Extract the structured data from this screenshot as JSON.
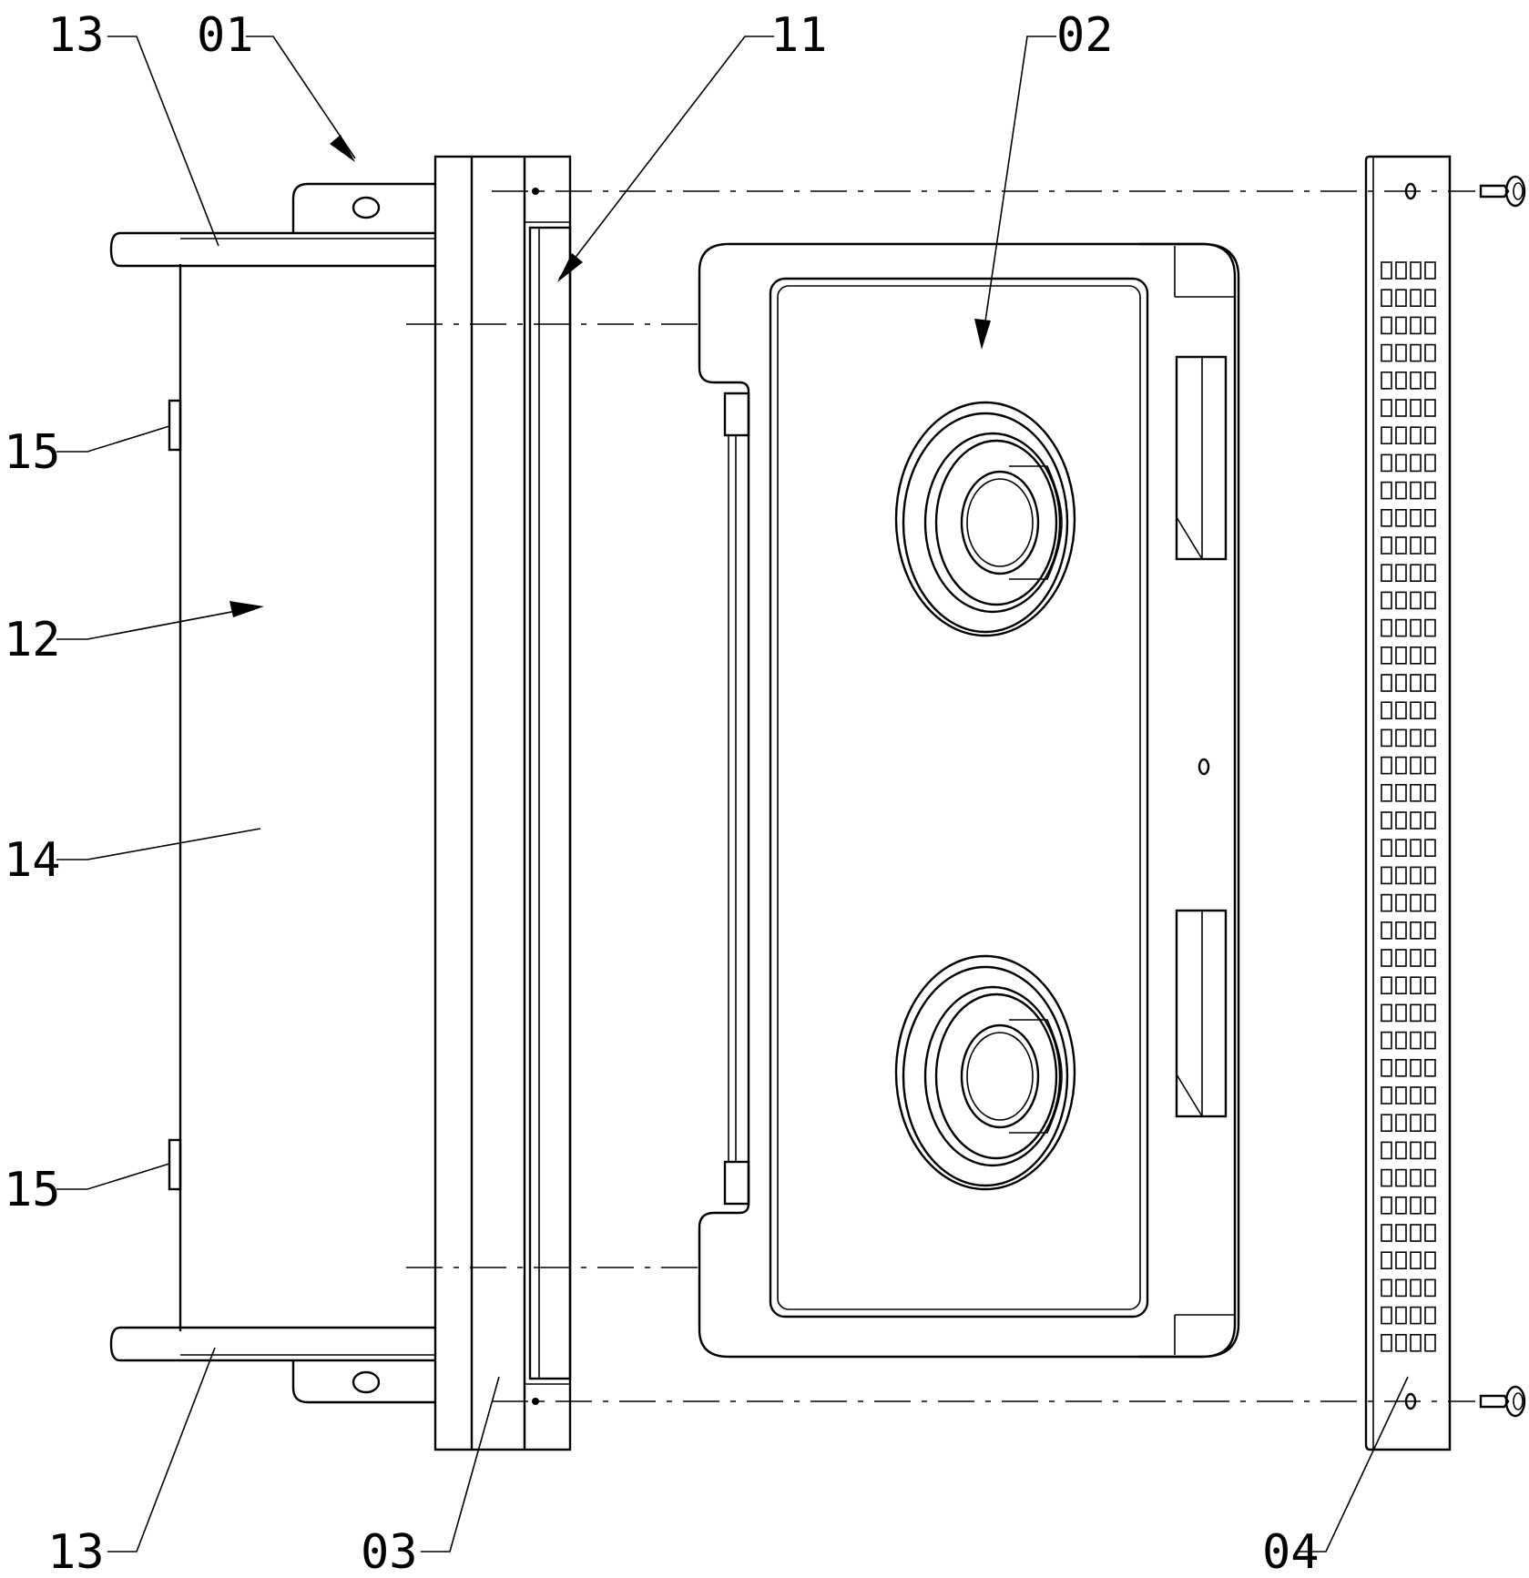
{
  "callouts": {
    "c13_top": "13",
    "c01": "01",
    "c11": "11",
    "c02": "02",
    "c15_top": "15",
    "c12": "12",
    "c14": "14",
    "c15_bottom": "15",
    "c13_bottom": "13",
    "c03": "03",
    "c04": "04"
  }
}
